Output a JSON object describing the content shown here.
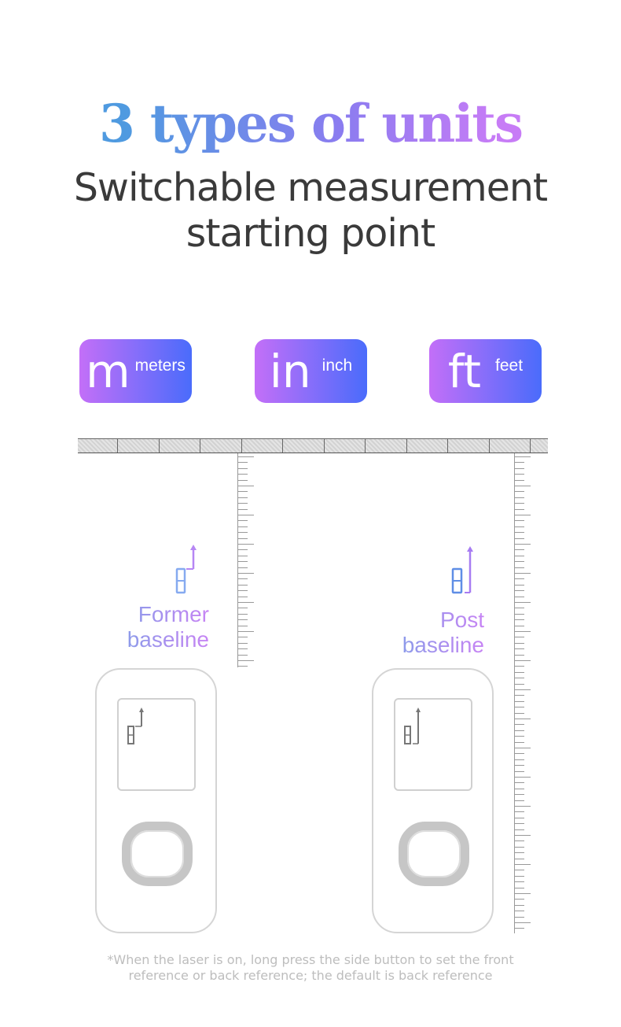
{
  "heading": {
    "title": "3 types of units",
    "subtitle_line1": "Switchable measurement",
    "subtitle_line2": "starting point"
  },
  "units": [
    {
      "symbol": "m",
      "name": "meters"
    },
    {
      "symbol": "in",
      "name": "inch"
    },
    {
      "symbol": "ft",
      "name": "feet"
    }
  ],
  "baselines": {
    "former": {
      "line1": "Former",
      "line2": "baseline"
    },
    "post": {
      "line1": "Post",
      "line2": "baseline"
    }
  },
  "note": {
    "line1": "*When the laser is on, long press the side button to set the front",
    "line2": "reference or back reference; the default is back reference"
  },
  "colors": {
    "gradient_start": "#c36ff8",
    "gradient_end": "#4a6cfb"
  }
}
